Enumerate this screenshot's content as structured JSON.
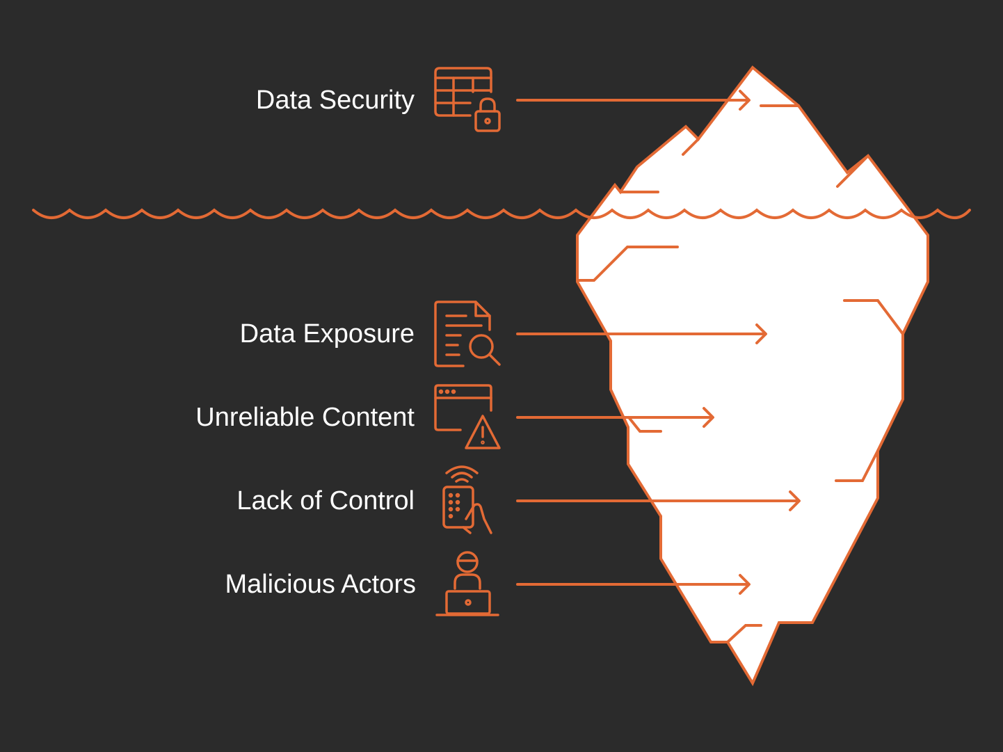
{
  "diagram": {
    "accent_color": "#e36a35",
    "background_color": "#2b2b2b",
    "iceberg_fill": "#ffffff",
    "items": [
      {
        "label": "Data Security",
        "icon": "table-lock-icon",
        "zone": "above-water"
      },
      {
        "label": "Data Exposure",
        "icon": "document-search-icon",
        "zone": "below-water"
      },
      {
        "label": "Unreliable Content",
        "icon": "browser-warning-icon",
        "zone": "below-water"
      },
      {
        "label": "Lack of Control",
        "icon": "remote-control-icon",
        "zone": "below-water"
      },
      {
        "label": "Malicious Actors",
        "icon": "hacker-laptop-icon",
        "zone": "below-water"
      }
    ]
  }
}
